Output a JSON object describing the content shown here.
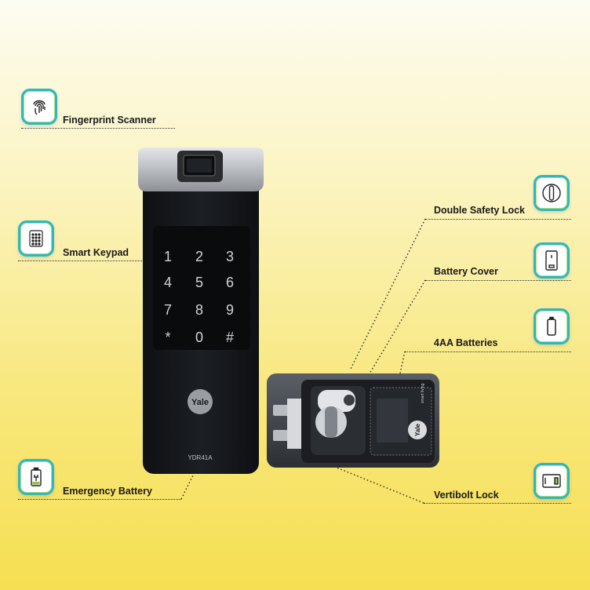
{
  "features_left": {
    "fingerprint": {
      "label": "Fingerprint Scanner",
      "icon": "fingerprint-icon"
    },
    "keypad": {
      "label": "Smart  Keypad",
      "icon": "keypad-icon"
    },
    "battery": {
      "label": "Emergency Battery",
      "icon": "emergency-battery-icon"
    }
  },
  "features_right": {
    "safety_lock": {
      "label": "Double Safety Lock",
      "icon": "knob-lock-icon"
    },
    "battery_cover": {
      "label": "Battery Cover",
      "icon": "battery-cover-icon"
    },
    "batteries": {
      "label": "4AA Batteries",
      "icon": "battery-icon"
    },
    "vertibolt": {
      "label": "Vertibolt Lock",
      "icon": "vertibolt-icon"
    }
  },
  "device": {
    "keypad_keys": [
      "1",
      "2",
      "3",
      "4",
      "5",
      "6",
      "7",
      "8",
      "9",
      "*",
      "0",
      "#"
    ],
    "brand": "Yale",
    "model": "YDR41A",
    "back_brand": "Yale",
    "back_tagline": "smart living"
  },
  "colors": {
    "icon_border": "#2bb7c8",
    "icon_glow": "#b9e16a",
    "device_body": "#16181c",
    "device_silver": "#b9bcc1"
  }
}
